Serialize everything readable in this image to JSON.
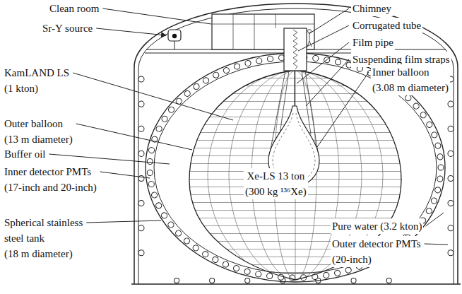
{
  "diagram": {
    "labels": [
      "Clean room",
      "Chimney",
      "Sr-Y source",
      "Corrugated tube",
      "Film pipe",
      "KamLAND LS (1 kton)",
      "Suspending film straps",
      "Inner balloon (3.08 m diameter)",
      "Outer balloon (13 m diameter)",
      "Buffer oil",
      "Inner detector PMTs (17-inch and 20-inch)",
      "Xe-LS 13 ton (300 kg ¹³⁶Xe)",
      "Spherical stainless steel tank (18 m diameter)",
      "Pure water (3.2 kton)",
      "Outer detector PMTs (20-inch)"
    ]
  }
}
